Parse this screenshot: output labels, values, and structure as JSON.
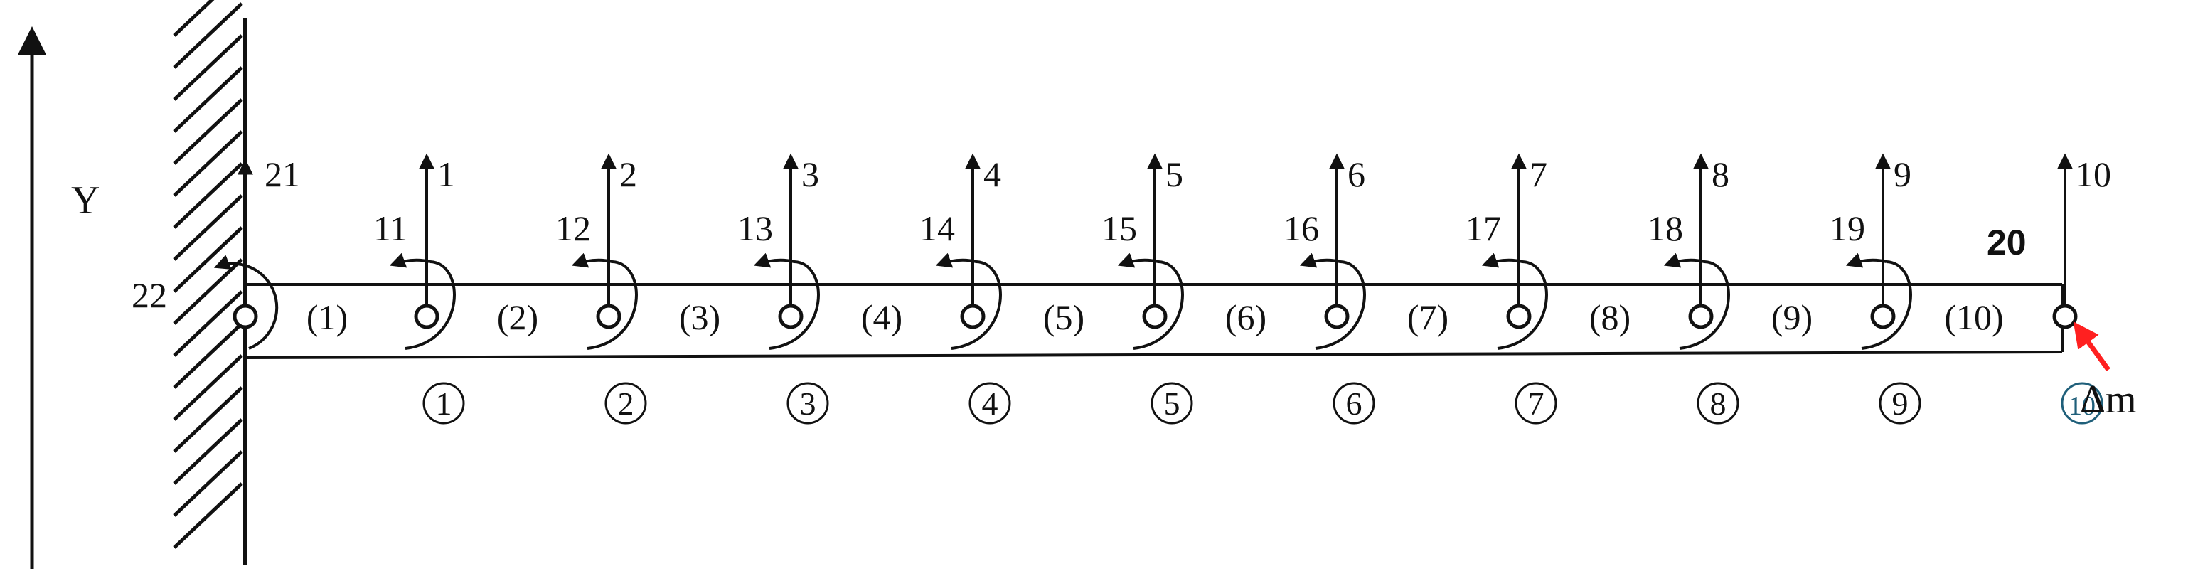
{
  "diagram": {
    "axis_label": "Y",
    "translational_dofs": [
      "1",
      "2",
      "3",
      "4",
      "5",
      "6",
      "7",
      "8",
      "9",
      "10"
    ],
    "rotational_dofs": [
      "11",
      "12",
      "13",
      "14",
      "15",
      "16",
      "17",
      "18",
      "19",
      "20"
    ],
    "root_dofs": {
      "translation": "21",
      "rotation": "22"
    },
    "element_labels": [
      "(1)",
      "(2)",
      "(3)",
      "(4)",
      "(5)",
      "(6)",
      "(7)",
      "(8)",
      "(9)",
      "(10)"
    ],
    "node_labels": [
      "1",
      "2",
      "3",
      "4",
      "5",
      "6",
      "7",
      "8",
      "9",
      "10"
    ],
    "mass_label": "Δm",
    "colors": {
      "line": "#111111",
      "mass_arrow": "#ff2020",
      "last_node_circle": "#1f5f7a"
    }
  }
}
